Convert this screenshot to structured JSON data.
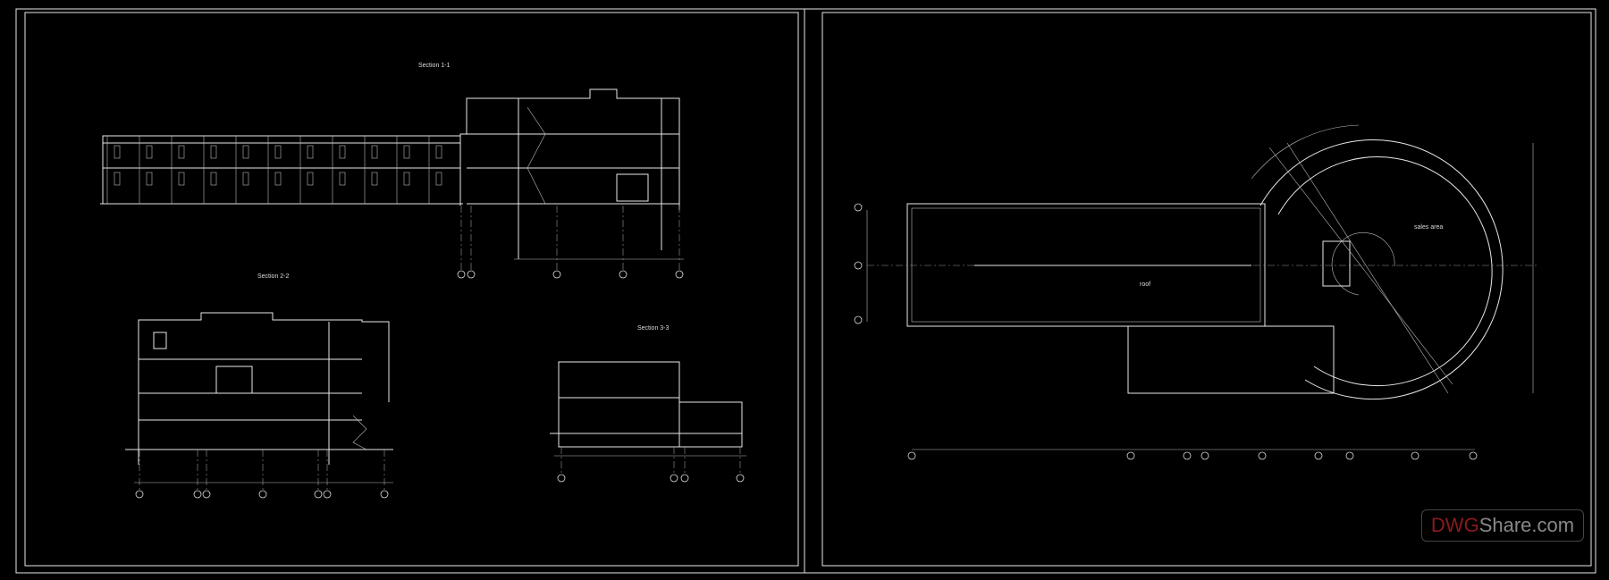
{
  "sheets": {
    "left": {
      "section_1_title": "Section 1-1",
      "section_2_title": "Section 2-2",
      "section_3_title": "Section 3-3"
    },
    "right": {
      "roof_label": "roof",
      "sales_area_label": "sales area"
    }
  },
  "watermark": {
    "brand_red": "DWG",
    "brand_rest": "Share.com",
    "red_color": "#8a1a1f",
    "gray_color": "#888888"
  },
  "colors": {
    "background": "#000000",
    "lines": "#e8e8e8"
  }
}
